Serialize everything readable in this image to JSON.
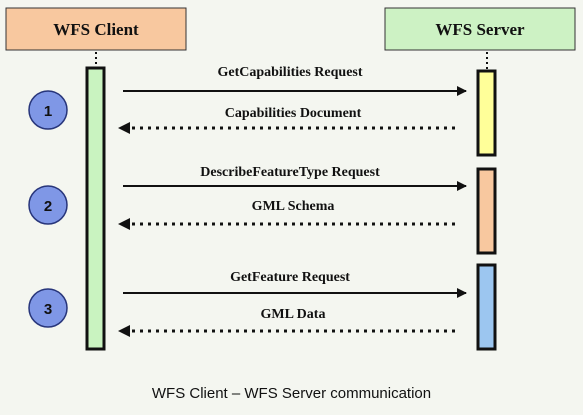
{
  "client": {
    "label": "WFS Client",
    "fill": "#f8c89f"
  },
  "server": {
    "label": "WFS Server",
    "fill": "#cdf2c4"
  },
  "steps": [
    {
      "number": "1",
      "request": "GetCapabilities Request",
      "response": "Capabilities Document",
      "activation_color": "#ffff99"
    },
    {
      "number": "2",
      "request": "DescribeFeatureType Request",
      "response": "GML Schema",
      "activation_color": "#f8c89f"
    },
    {
      "number": "3",
      "request": "GetFeature Request",
      "response": "GML Data",
      "activation_color": "#9cc6f0"
    }
  ],
  "client_bar_color": "#c9f3c0",
  "step_circle_color": "#7f97e6",
  "caption": "WFS Client – WFS Server communication"
}
